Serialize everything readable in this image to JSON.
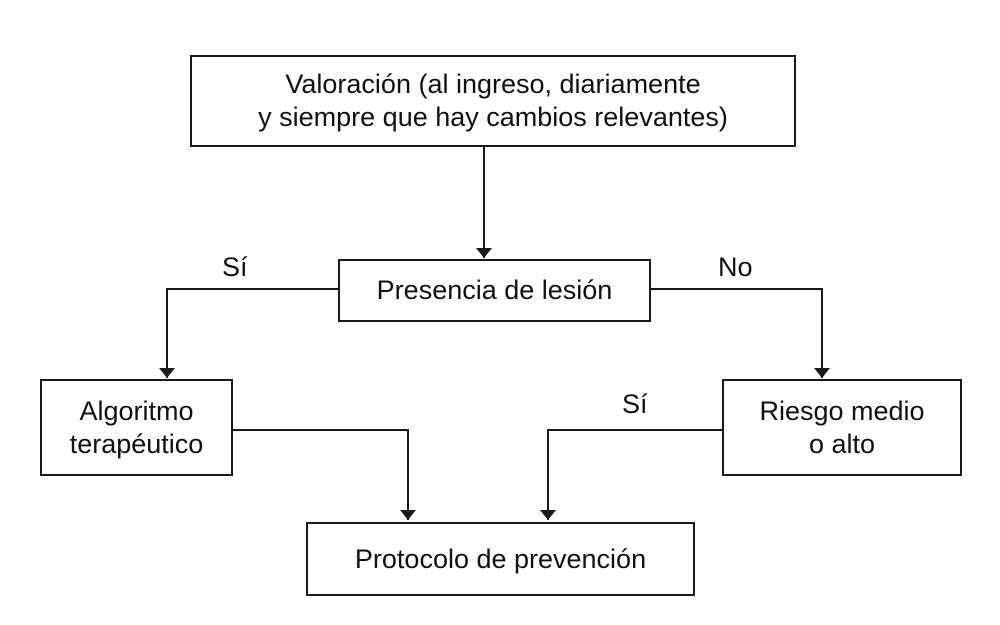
{
  "nodes": {
    "valoracion": {
      "line1": "Valoración (al ingreso, diariamente",
      "line2": "y siempre que hay cambios relevantes)"
    },
    "presencia": {
      "text": "Presencia de lesión"
    },
    "algoritmo": {
      "line1": "Algoritmo",
      "line2": "terapéutico"
    },
    "riesgo": {
      "line1": "Riesgo medio",
      "line2": "o alto"
    },
    "protocolo": {
      "text": "Protocolo de prevención"
    }
  },
  "edge_labels": {
    "presencia_si": "Sí",
    "presencia_no": "No",
    "riesgo_si": "Sí"
  }
}
